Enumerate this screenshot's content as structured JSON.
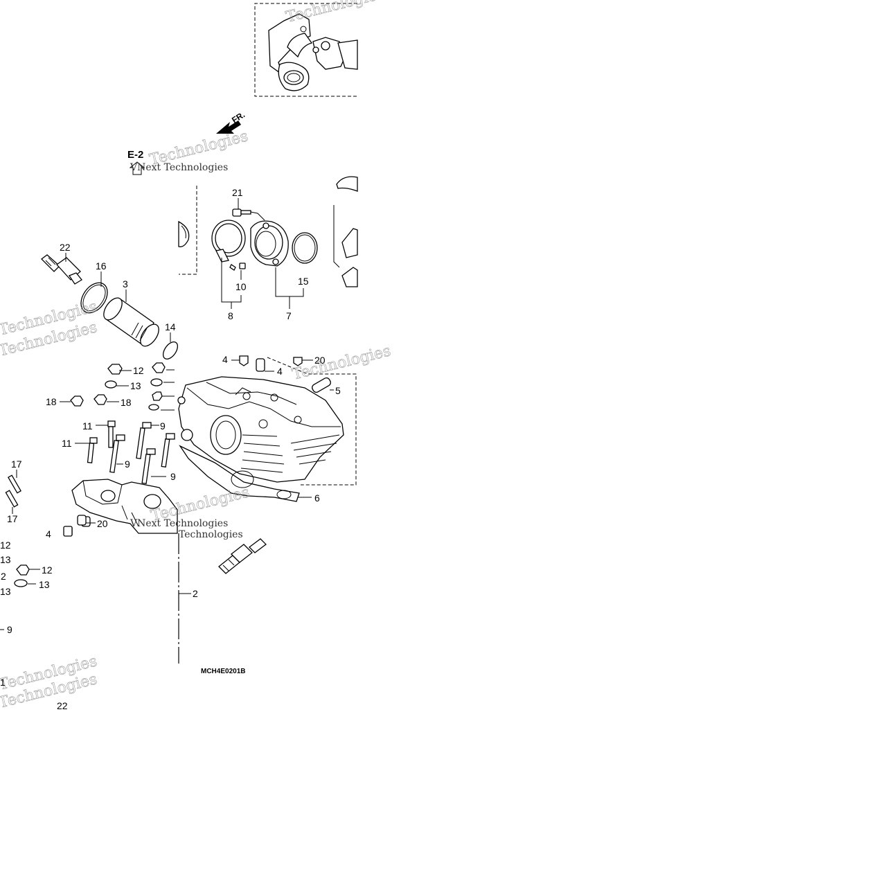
{
  "section": {
    "code": "E-2"
  },
  "front_indicator": {
    "text": "FR."
  },
  "diagram_code": "MCH4E0201B",
  "watermarks": [
    "Technologies",
    "VNext Technologies"
  ],
  "callouts": {
    "c22": "22",
    "c16": "16",
    "c3": "3",
    "c14": "14",
    "c21": "21",
    "c10": "10",
    "c15": "15",
    "c8": "8",
    "c7": "7",
    "c4a": "4",
    "c4b": "4",
    "c20a": "20",
    "c5": "5",
    "c12a": "12",
    "c13a": "13",
    "c18a": "18",
    "c18b": "18",
    "c11a": "11",
    "c9a": "9",
    "c11b": "11",
    "c9b": "9",
    "c9c": "9",
    "c17a": "17",
    "c17b": "17",
    "c20b": "20",
    "c6": "6",
    "c12b": "12",
    "c13b": "13",
    "c2": "2",
    "c12c": "12",
    "c13c": "13",
    "c2b": "2",
    "c13d": "13",
    "c9d": "9",
    "c22b": "22",
    "c4c": "4",
    "c1": "1"
  }
}
